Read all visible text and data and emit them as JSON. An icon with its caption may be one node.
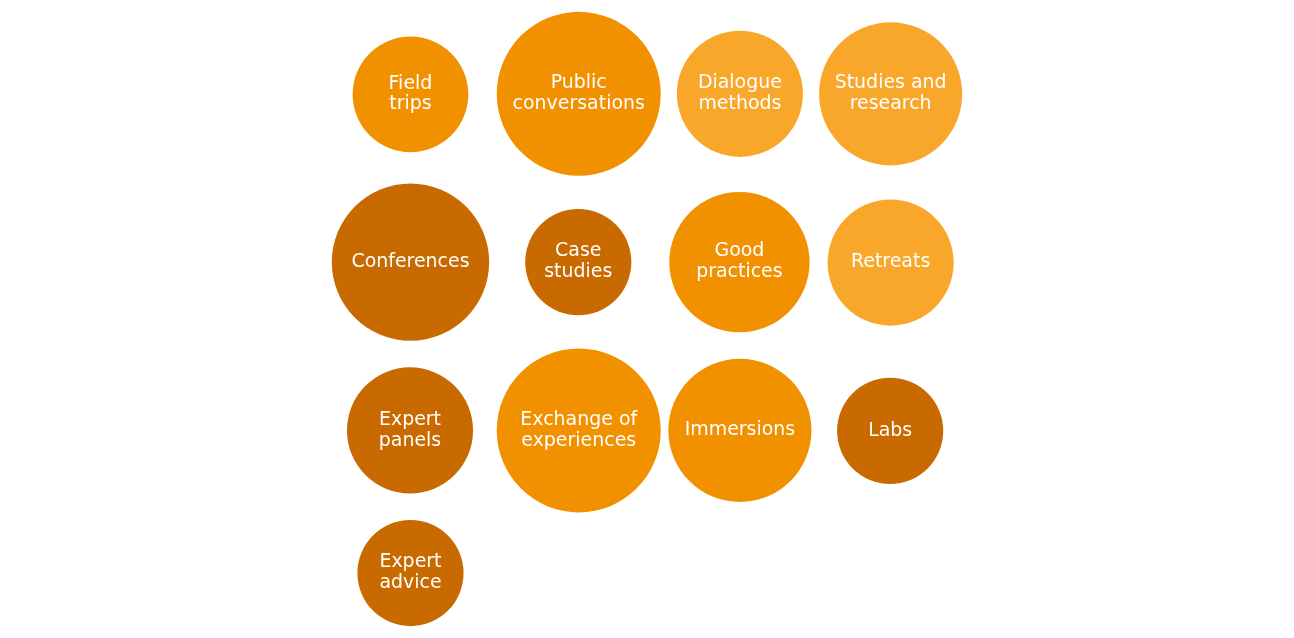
{
  "diagram": {
    "nodes": [
      {
        "text": [
          "Field trips"
        ]
      },
      {
        "text": [
          "Public conversations"
        ]
      },
      {
        "text": [
          "Dialogue methods"
        ]
      },
      {
        "text": [
          "Studies and research"
        ]
      },
      {
        "text": [
          "Conferences"
        ]
      },
      {
        "text": [
          "Case studies"
        ]
      },
      {
        "text": [
          "Good practices"
        ]
      },
      {
        "text": [
          "Retreats"
        ]
      },
      {
        "text": [
          "Expert panels"
        ]
      },
      {
        "text": [
          "Exchange of experiences"
        ]
      },
      {
        "text": [
          "Immersions"
        ]
      },
      {
        "text": [
          "Labs"
        ]
      },
      {
        "text": [
          "Expert advice"
        ]
      }
    ]
  }
}
